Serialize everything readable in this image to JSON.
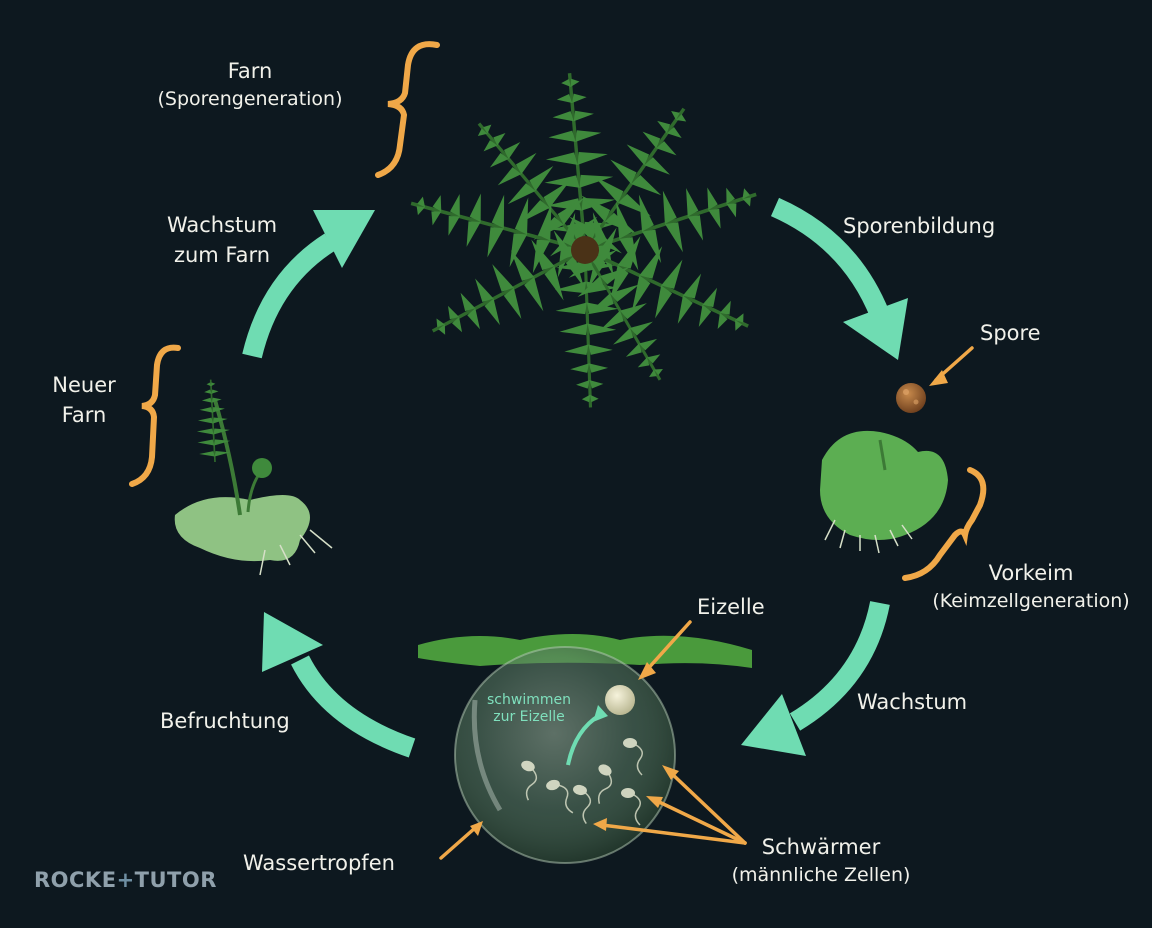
{
  "labels": {
    "farn": "Farn",
    "farn_sub": "(Sporengeneration)",
    "sporenbildung": "Sporenbildung",
    "spore": "Spore",
    "vorkeim": "Vorkeim",
    "vorkeim_sub": "(Keimzellgeneration)",
    "wachstum": "Wachstum",
    "eizelle": "Eizelle",
    "schwimmen_line1": "schwimmen",
    "schwimmen_line2": "zur Eizelle",
    "schwaermer": "Schwärmer",
    "schwaermer_sub": "(männliche Zellen)",
    "wassertropfen": "Wassertropfen",
    "befruchtung": "Befruchtung",
    "neuer_farn_line1": "Neuer",
    "neuer_farn_line2": "Farn",
    "wachstum_farn_line1": "Wachstum",
    "wachstum_farn_line2": "zum Farn"
  },
  "logo": {
    "left": "ROCKE",
    "plus": "+",
    "right": "TUTOR"
  },
  "colors": {
    "background": "#0d181f",
    "cycle_arrow": "#6fdcb2",
    "annotation": "#f0a848",
    "label_text": "#f1f1ea",
    "fern_green": "#3f8a3c"
  }
}
